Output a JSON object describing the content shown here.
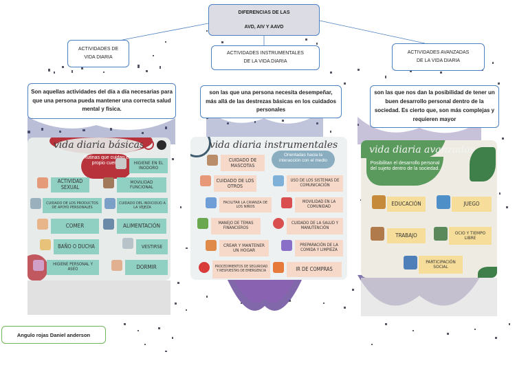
{
  "title": {
    "line1": "DIFERENCIAS DE LAS",
    "line2": "AVD, AIV Y AAVD"
  },
  "branches": [
    {
      "heading_line1": "ACTIVIDADES DE",
      "heading_line2": "VIDA DIARIA",
      "description": "Son aquellas actividades del día a día necesarias para que una persona pueda mantener una correcta salud mental y física."
    },
    {
      "heading_line1": "ACTIVIDADES INSTRUMENTALES",
      "heading_line2": "DE LA VIDA DIARIA",
      "description": "son las que una persona necesita desempeñar, más allá de las destrezas básicas en los cuidados personales"
    },
    {
      "heading_line1": "ACTIVIDADES AVANZADAS",
      "heading_line2": "DE LA VIDA DIARIA",
      "description": "son las que nos dan la posibilidad de tener un buen desarrollo personal dentro de la sociedad. Es cierto que, son más complejas y requieren mayor"
    }
  ],
  "panels": {
    "basicas": {
      "title": "vida diaria básicas",
      "subtitle": "Rutinas que cuidan el propio cuerpo",
      "items": [
        "HIGIENE EN EL INODORO",
        "ACTIVIDAD SEXUAL",
        "MOVILIDAD FUNCIONAL",
        "CUIDADO DE LOS PRODUCTOS DE APOYO PERSONALES",
        "CUIDADO DEL INDICIDUO A LA VEJEZA",
        "COMER",
        "ALIMENTACIÓN",
        "BAÑO O DUCHA",
        "VESTIRSE",
        "HIGIENE PERSONAL Y ASEO",
        "DORMIR"
      ]
    },
    "instrumentales": {
      "title": "vida diaria instrumentales",
      "subtitle": "Orientadas hacia la interacción con el medio",
      "items": [
        "CUIDADO DE MASCOTAS",
        "CUIDADO DE LOS OTROS",
        "USO DE LOS SISTEMAS DE COMUNICACIÓN",
        "FACILITAR LA CRIANZA DE LOS NIÑOS",
        "MOVILIDAD EN LA COMUNIDAD",
        "MANEJO DE TEMAS FINANCIEROS",
        "CUIDADO DE LA SALUD Y MANUTENCIÓN",
        "CREAR Y MANTENER UN HOGAR",
        "PREPARACIÓN DE LA COMIDA Y LIMPIEZA",
        "PROCEDIMIENTOS DE SEGURIDAD Y RESPUESTAS DE EMERGENCIA",
        "IR DE COMPRAS"
      ]
    },
    "avanzadas": {
      "title": "vida diaria avanzadas",
      "subtitle": "Posibilitan el desarrollo personal del sujeto dentro de la sociedad.",
      "items": [
        "EDUCACIÓN",
        "JUEGO",
        "TRABAJO",
        "OCIO Y TIEMPO LIBRE",
        "PARTICIPACIÓN SOCIAL"
      ]
    }
  },
  "author": "Angulo rojas Daniel anderson",
  "colors": {
    "connector": "#4a7fc1",
    "panel_basicas": "#e7ecea",
    "panel_instrumentales": "#eef1f2",
    "panel_avanzadas": "#eeece2",
    "accent_red": "#b8323c",
    "accent_teal": "#8fd0c2",
    "accent_green": "#5a9a5c",
    "card_peach": "#f7d9c9",
    "card_yellow": "#f6dd9a"
  }
}
